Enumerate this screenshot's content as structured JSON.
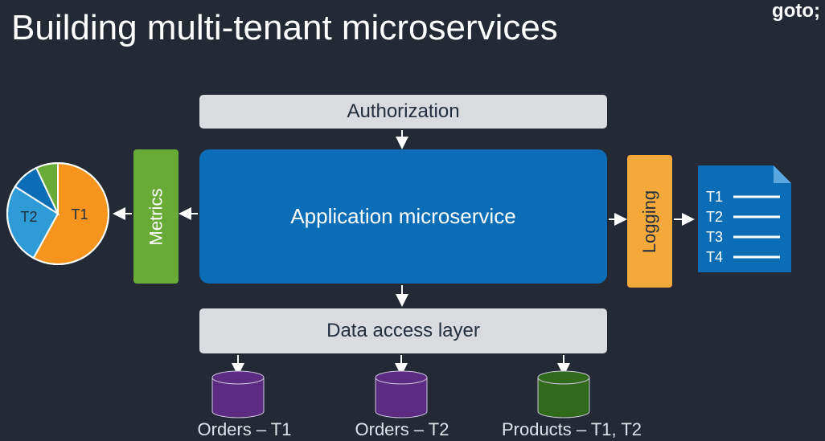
{
  "slide": {
    "title": "Building multi-tenant microservices",
    "logo": "goto;"
  },
  "boxes": {
    "authorization": "Authorization",
    "application": "Application microservice",
    "data_access": "Data access layer",
    "metrics": "Metrics",
    "logging": "Logging"
  },
  "pie": {
    "labels": [
      "T1",
      "T2"
    ],
    "slices": [
      {
        "name": "T1",
        "value": 58,
        "color": "#f7941d"
      },
      {
        "name": "T2",
        "value": 26,
        "color": "#2e9bd6"
      },
      {
        "name": "",
        "value": 9,
        "color": "#0a6db5"
      },
      {
        "name": "",
        "value": 7,
        "color": "#69ab37"
      }
    ]
  },
  "log_doc": {
    "lines": [
      "T1",
      "T2",
      "T3",
      "T4"
    ],
    "color": "#0a6db5"
  },
  "databases": [
    {
      "label": "Orders – T1",
      "color": "#5b2c82"
    },
    {
      "label": "Orders – T2",
      "color": "#5b2c82"
    },
    {
      "label": "Products – T1, T2",
      "color": "#2f6b1a"
    }
  ]
}
